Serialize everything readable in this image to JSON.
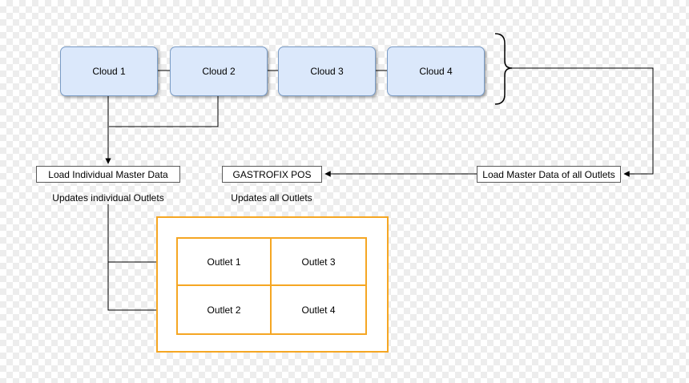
{
  "diagram": {
    "clouds": [
      {
        "label": "Cloud 1"
      },
      {
        "label": "Cloud 2"
      },
      {
        "label": "Cloud 3"
      },
      {
        "label": "Cloud 4"
      }
    ],
    "boxes": {
      "load_individual": "Load Individual Master Data",
      "gastrofix": "GASTROFIX POS",
      "load_all": "Load Master Data of all Outlets"
    },
    "labels": {
      "updates_individual": "Updates individual Outlets",
      "updates_all": "Updates all Outlets"
    },
    "outlets": [
      {
        "label": "Outlet 1"
      },
      {
        "label": "Outlet 3"
      },
      {
        "label": "Outlet 2"
      },
      {
        "label": "Outlet 4"
      }
    ],
    "colors": {
      "cloud_fill": "#dbe8fb",
      "cloud_stroke": "#7a9cc6",
      "orange": "#f5a623",
      "line": "#000000",
      "background_checker": "#ededed"
    }
  }
}
